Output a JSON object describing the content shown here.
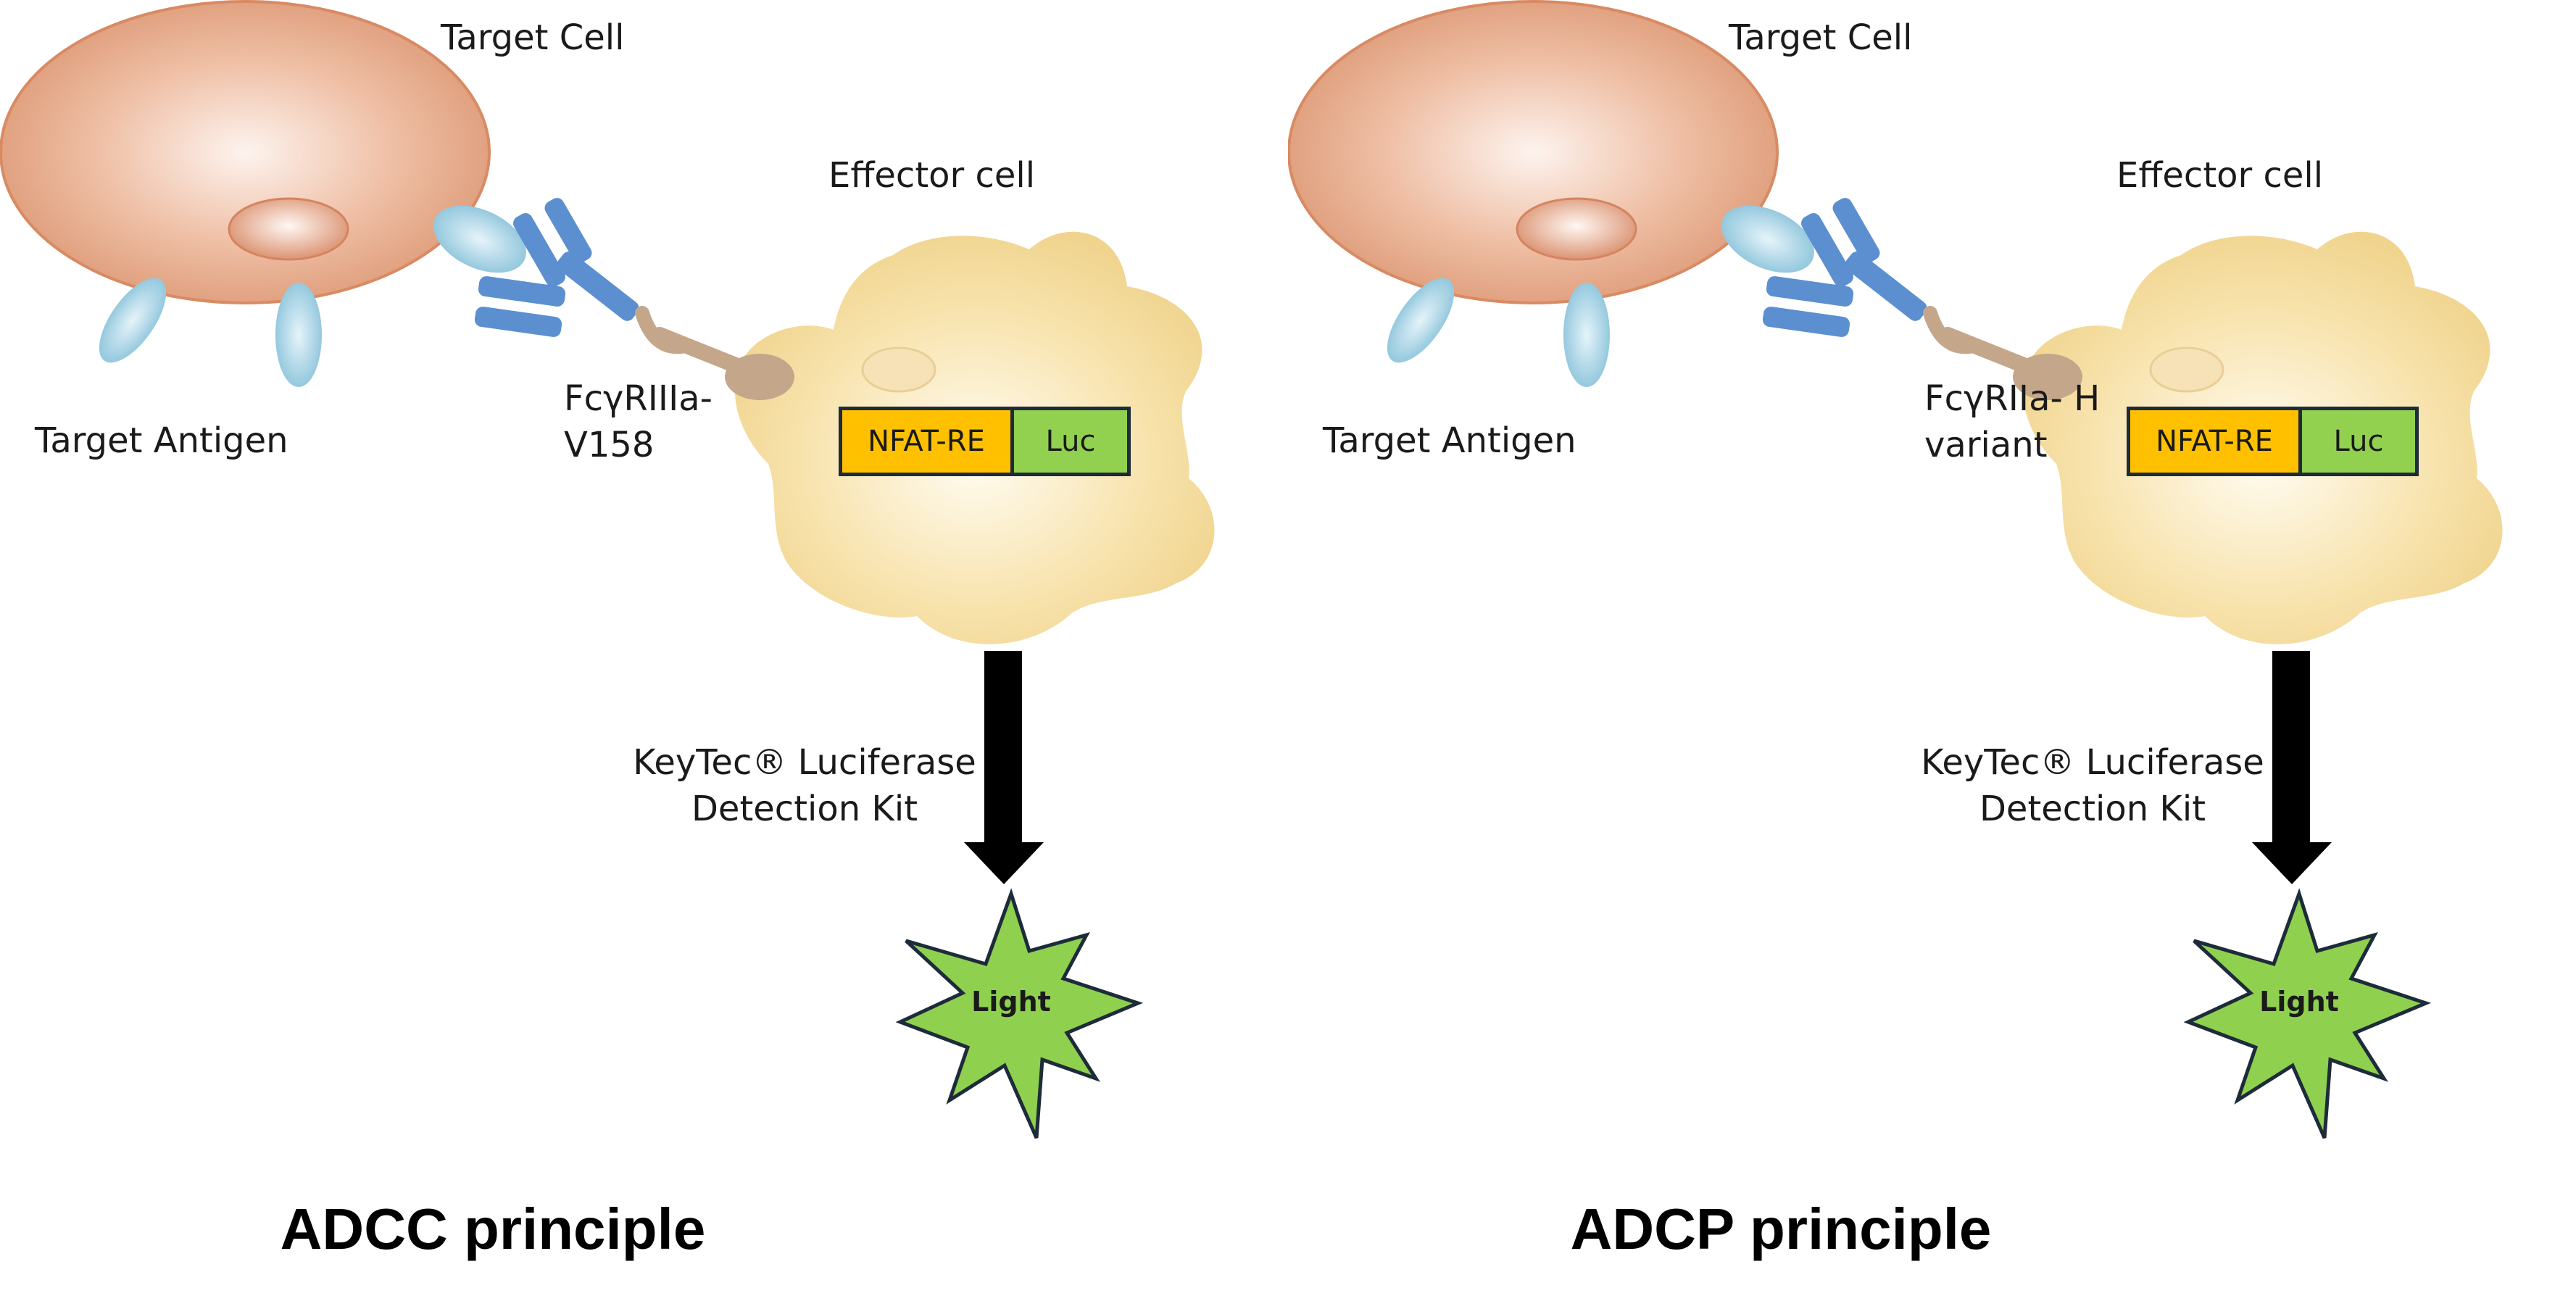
{
  "panels": [
    {
      "id": "adcc",
      "target_cell_label": "Target Cell",
      "effector_cell_label": "Effector cell",
      "target_antigen_label": "Target Antigen",
      "receptor_label_line1": "FcγRIIIa-",
      "receptor_label_line2": "V158",
      "nfat_label": "NFAT-RE",
      "luc_label": "Luc",
      "kit_label_line1": "KeyTec® Luciferase",
      "kit_label_line2": "Detection Kit",
      "light_label": "Light",
      "caption": "ADCC principle"
    },
    {
      "id": "adcp",
      "target_cell_label": "Target Cell",
      "effector_cell_label": "Effector cell",
      "target_antigen_label": "Target Antigen",
      "receptor_label_line1": "FcγRIIa- H",
      "receptor_label_line2": "variant",
      "nfat_label": "NFAT-RE",
      "luc_label": "Luc",
      "kit_label_line1": "KeyTec® Luciferase",
      "kit_label_line2": "Detection Kit",
      "light_label": "Light",
      "caption": "ADCP principle"
    }
  ],
  "colors": {
    "target_cell": "#e8a98a",
    "effector_cell": "#f2d58f",
    "antigen": "#8cc6dc",
    "antibody": "#5b8fd0",
    "receptor": "#c4a78a",
    "nfat_box": "#ffc000",
    "luc_box": "#92d050",
    "light_burst": "#8fd14f",
    "arrow": "#000000"
  },
  "icons": {
    "antibody": "y-shaped-antibody-icon",
    "light": "starburst-icon",
    "arrow": "down-arrow-icon"
  }
}
